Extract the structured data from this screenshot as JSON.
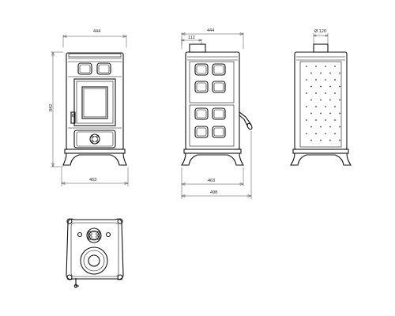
{
  "drawing": {
    "front_view": {
      "top_width": "444",
      "height": "842",
      "base_width": "463"
    },
    "side_view": {
      "top_width": "444",
      "flue_offset": "112",
      "base_width": "463",
      "overall_depth": "498"
    },
    "rear_view": {
      "flue_diameter": "Ø 120"
    }
  }
}
